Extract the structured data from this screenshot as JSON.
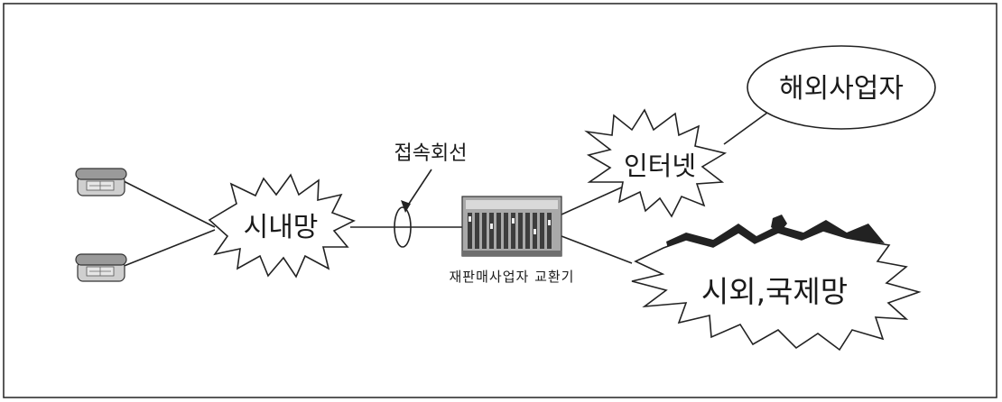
{
  "nodes": {
    "local_network": "시내망",
    "access_line": "접속회선",
    "reseller_exchange": "재판매사업자 교환기",
    "internet": "인터넷",
    "overseas_operator": "해외사업자",
    "long_distance_international": "시외,국제망"
  },
  "colors": {
    "stroke": "#222222",
    "background": "#ffffff",
    "equipment": "#8a8a8a"
  },
  "icons": [
    "telephone-icon",
    "telephone-icon",
    "exchange-rack-icon"
  ]
}
